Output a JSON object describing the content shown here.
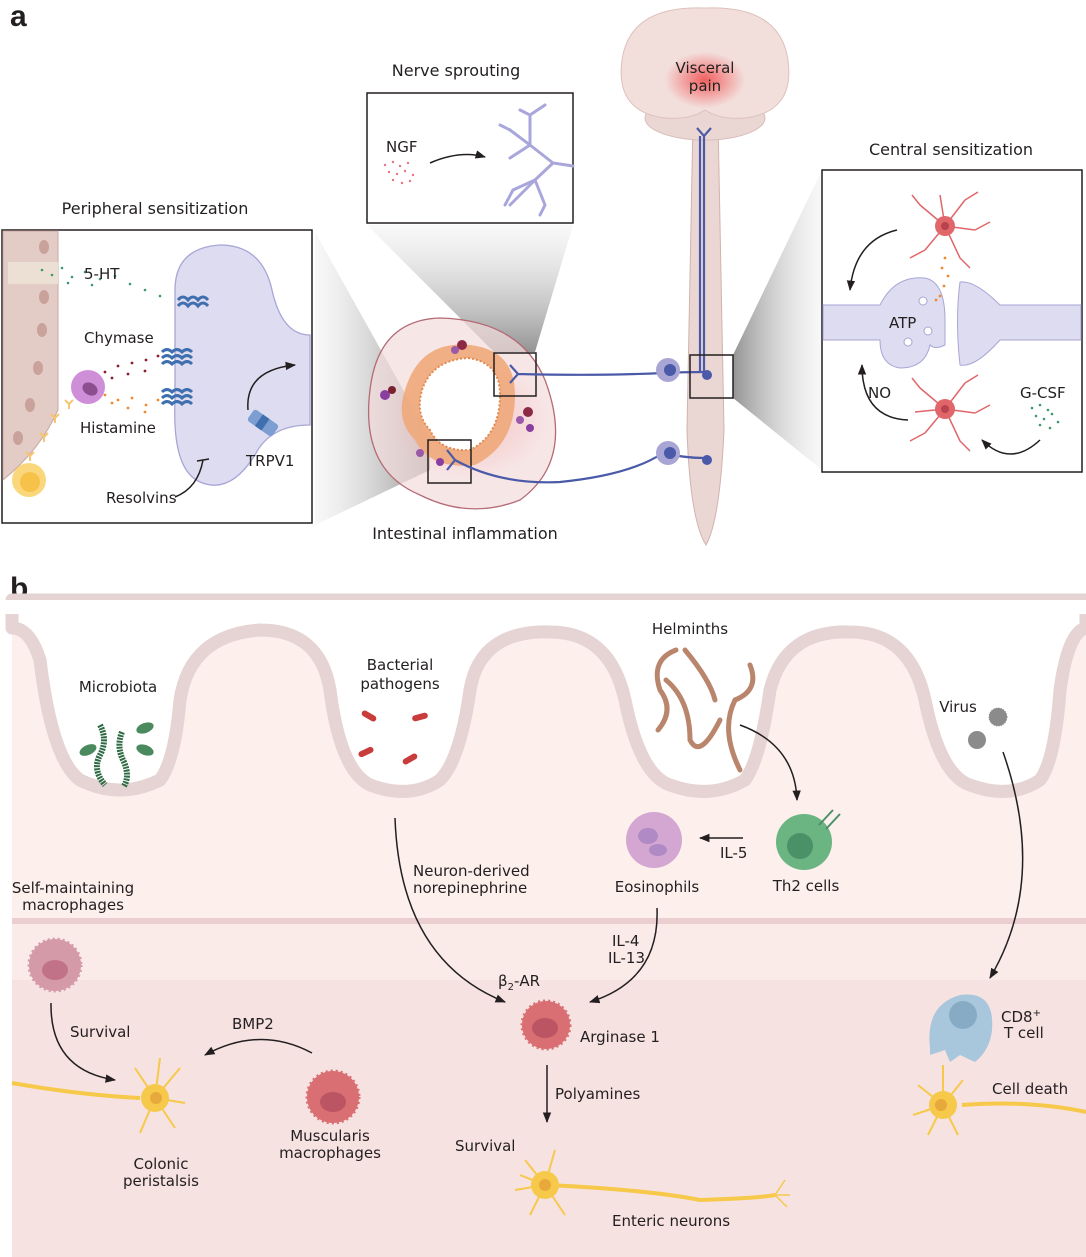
{
  "panel_a": {
    "label": "a",
    "peripheral": {
      "title": "Peripheral sensitization",
      "labels": {
        "serotonin": "5-HT",
        "chymase": "Chymase",
        "histamine": "Histamine",
        "trpv1": "TRPV1",
        "resolvins": "Resolvins"
      }
    },
    "nerve_sprouting": {
      "title": "Nerve sprouting",
      "ngf": "NGF"
    },
    "brain": {
      "line1": "Visceral",
      "line2": "pain"
    },
    "central": {
      "title": "Central sensitization",
      "labels": {
        "atp": "ATP",
        "no": "NO",
        "gcsf": "G-CSF"
      }
    },
    "inflammation": {
      "title": "Intestinal inflammation"
    }
  },
  "panel_b": {
    "label": "b",
    "lumen": {
      "microbiota": "Microbiota",
      "bacterial_1": "Bacterial",
      "bacterial_2": "pathogens",
      "helminths": "Helminths",
      "virus": "Virus"
    },
    "cells": {
      "th2": "Th2 cells",
      "eosinophils": "Eosinophils",
      "il5": "IL-5",
      "neuron_ne_1": "Neuron-derived",
      "neuron_ne_2": "norepinephrine",
      "self_mac_1": "Self-maintaining",
      "self_mac_2": "macrophages",
      "il4": "IL-4",
      "il13": "IL-13",
      "beta2": "β",
      "beta2_sub": "2",
      "beta2_suffix": "-AR",
      "arginase": "Arginase 1",
      "polyamines": "Polyamines",
      "survival_center": "Survival",
      "enteric": "Enteric neurons",
      "survival_left": "Survival",
      "bmp2": "BMP2",
      "colonic_1": "Colonic",
      "colonic_2": "peristalsis",
      "muscularis_1": "Muscularis",
      "muscularis_2": "macrophages",
      "cd8": "CD8",
      "cd8_sup": "+",
      "tcell": "T cell",
      "cell_death": "Cell death"
    }
  },
  "colors": {
    "nerve_blue": "#4a5aa8",
    "neuron_purple": "#d9d9ee",
    "astrocyte_red": "#e0666a",
    "enteric_yellow": "#f6c94a",
    "mucosa_pink": "#fcefec",
    "muscle_pink": "#f6e2e1",
    "epithelium": "#e8d3d3"
  }
}
